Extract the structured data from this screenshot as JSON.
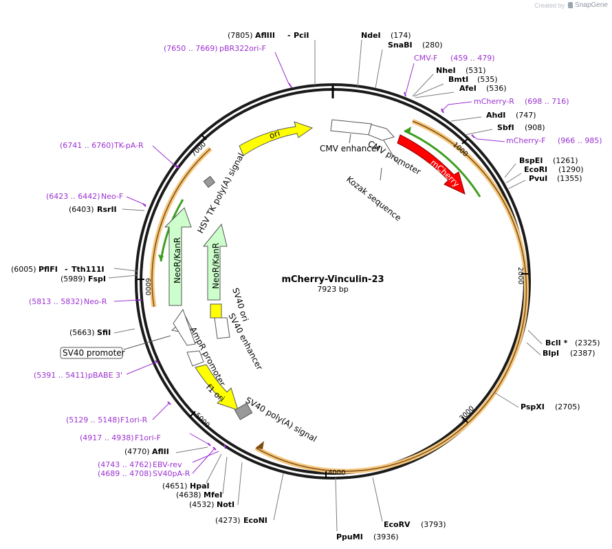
{
  "credit": {
    "prefix": "Created by",
    "brand": "SnapGene"
  },
  "plasmid": {
    "name": "mCherry-Vinculin-23",
    "size": "7923 bp"
  },
  "ticks": [
    "1000",
    "2000",
    "3000",
    "4000",
    "5000",
    "6000",
    "7000"
  ],
  "sites": [
    {
      "name": "AflIII",
      "name2": "PciI",
      "pos": "(7805)"
    },
    {
      "name": "NdeI",
      "pos": "(174)"
    },
    {
      "name": "SnaBI",
      "pos": "(280)"
    },
    {
      "name": "NheI",
      "pos": "(531)"
    },
    {
      "name": "BmtI",
      "pos": "(535)"
    },
    {
      "name": "AfeI",
      "pos": "(536)"
    },
    {
      "name": "AhdI",
      "pos": "(747)"
    },
    {
      "name": "SbfI",
      "pos": "(908)"
    },
    {
      "name": "BspEI",
      "pos": "(1261)"
    },
    {
      "name": "EcoRI",
      "pos": "(1290)"
    },
    {
      "name": "PvuI",
      "pos": "(1355)"
    },
    {
      "name": "BclI *",
      "pos": "(2325)"
    },
    {
      "name": "BlpI",
      "pos": "(2387)"
    },
    {
      "name": "PspXI",
      "pos": "(2705)"
    },
    {
      "name": "EcoRV",
      "pos": "(3793)"
    },
    {
      "name": "PpuMI",
      "pos": "(3936)"
    },
    {
      "name": "EcoNI",
      "pos": "(4273)"
    },
    {
      "name": "NotI",
      "pos": "(4532)"
    },
    {
      "name": "MfeI",
      "pos": "(4638)"
    },
    {
      "name": "HpaI",
      "pos": "(4651)"
    },
    {
      "name": "AflII",
      "pos": "(4770)"
    },
    {
      "name": "SfiI",
      "pos": "(5663)"
    },
    {
      "name": "FspI",
      "pos": "(5989)"
    },
    {
      "name": "PflFI",
      "name2": "Tth111I",
      "pos": "(6005)"
    },
    {
      "name": "RsrII",
      "pos": "(6403)"
    }
  ],
  "primers": [
    {
      "name": "pBR322ori-F",
      "pos": "(7650 .. 7669)"
    },
    {
      "name": "CMV-F",
      "pos": "(459 .. 479)"
    },
    {
      "name": "mCherry-R",
      "pos": "(698 .. 716)"
    },
    {
      "name": "mCherry-F",
      "pos": "(966 .. 985)"
    },
    {
      "name": "TK-pA-R",
      "pos": "(6741 .. 6760)"
    },
    {
      "name": "Neo-F",
      "pos": "(6423 .. 6442)"
    },
    {
      "name": "Neo-R",
      "pos": "(5813 .. 5832)"
    },
    {
      "name": "pBABE 3'",
      "pos": "(5391 .. 5411)"
    },
    {
      "name": "F1ori-R",
      "pos": "(5129 .. 5148)"
    },
    {
      "name": "F1ori-F",
      "pos": "(4917 .. 4938)"
    },
    {
      "name": "EBV-rev",
      "pos": "(4743 .. 4762)"
    },
    {
      "name": "SV40pA-R",
      "pos": "(4689 .. 4708)"
    }
  ],
  "features": {
    "cmv_enhancer": "CMV enhancer",
    "cmv_promoter": "CMV promoter",
    "kozak": "Kozak sequence",
    "mcherry": "mCherry",
    "ori": "ori",
    "hsv_tk": "HSV TK poly(A) signal",
    "neokan_outer": "NeoR/KanR",
    "neokan_inner": "NeoR/KanR",
    "sv40_ori": "SV40 ori",
    "sv40_enhancer": "SV40 enhancer",
    "sv40_promoter": "SV40 promoter",
    "ampr_promoter": "AmpR promoter",
    "f1_ori": "f1 ori",
    "sv40_polya": "SV40 poly(A) signal"
  },
  "colors": {
    "backbone": "#1a1a1a",
    "mcherry": "#ff0000",
    "ori": "#ffff00",
    "neor": "#ccffcc",
    "promoter": "#ffffff",
    "polya": "#999999",
    "orf_band": "#f5c77e",
    "orf_line": "#7a4a10",
    "primer_green": "#3c9e1e",
    "primer_label": "#9b30d0"
  }
}
